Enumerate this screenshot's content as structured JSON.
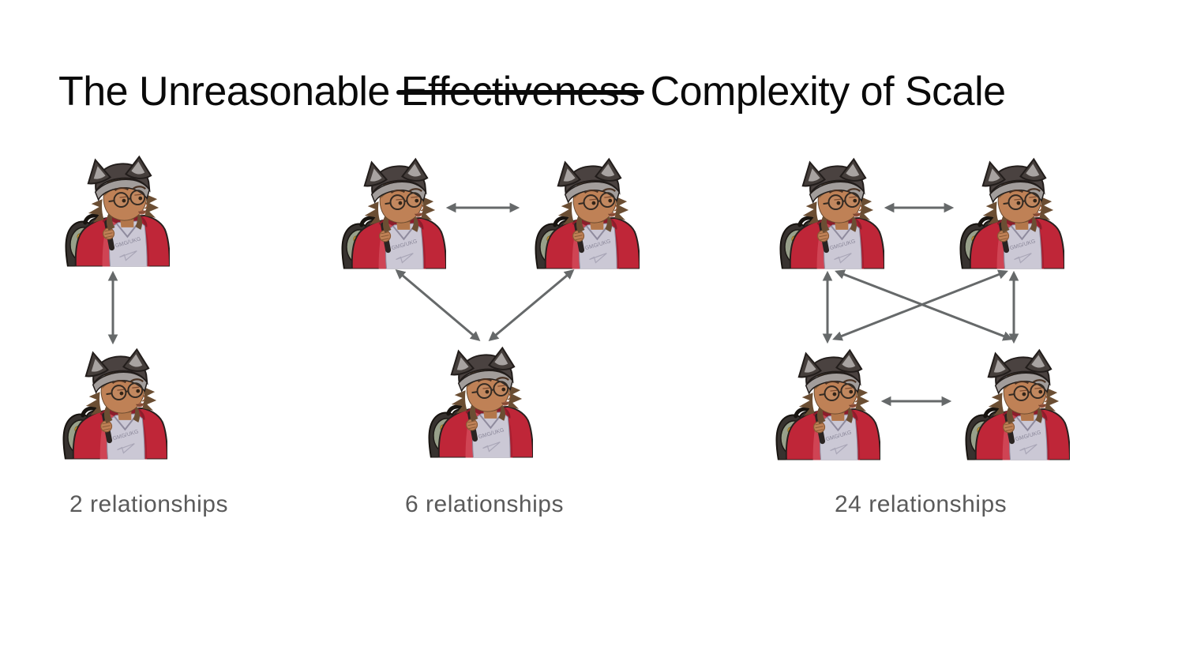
{
  "title": {
    "prefix": "The Unreasonable ",
    "struck": "Effectiveness",
    "suffix": " Complexity of Scale"
  },
  "groups": [
    {
      "id": "pair",
      "label": "2 relationships",
      "people_count": 2,
      "arrow_count": 1
    },
    {
      "id": "triangle",
      "label": "6 relationships",
      "people_count": 3,
      "arrow_count": 3
    },
    {
      "id": "square",
      "label": "24 relationships",
      "people_count": 4,
      "arrow_count": 6
    }
  ],
  "avatar": {
    "icon": "wolf-ear-beanie-person-icon",
    "description": "person with wolf-ear beanie, round glasses, brown hair, red jacket, gray v-neck shirt, dark backpack",
    "shirt_text": "GMG/UKG"
  },
  "colors": {
    "background": "#ffffff",
    "title_text": "#0a0a0a",
    "label_text": "#5a5a5a",
    "arrow": "#66696a",
    "jacket_red": "#bf2638",
    "hat_gray": "#4a4240",
    "shirt_gray": "#cbc8d5"
  }
}
